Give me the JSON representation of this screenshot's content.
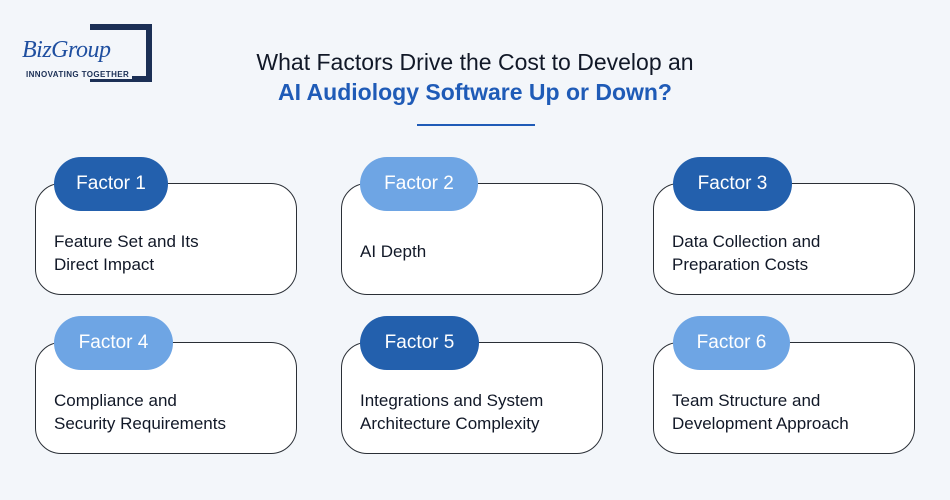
{
  "logo": {
    "name": "BizGroup",
    "tagline": "INNOVATING TOGETHER"
  },
  "title": {
    "line1": "What Factors Drive the Cost to Develop an",
    "line2": "AI Audiology Software Up or Down?"
  },
  "colors": {
    "dark_pill": "#2360ad",
    "light_pill": "#6ea5e4",
    "accent": "#1f5bb7"
  },
  "factors": [
    {
      "label": "Factor 1",
      "text": "Feature Set and Its\nDirect Impact"
    },
    {
      "label": "Factor 2",
      "text": "AI Depth"
    },
    {
      "label": "Factor 3",
      "text": "Data Collection and\nPreparation Costs"
    },
    {
      "label": "Factor 4",
      "text": "Compliance and\nSecurity Requirements"
    },
    {
      "label": "Factor 5",
      "text": "Integrations and System\nArchitecture Complexity"
    },
    {
      "label": "Factor 6",
      "text": "Team Structure and\nDevelopment Approach"
    }
  ]
}
